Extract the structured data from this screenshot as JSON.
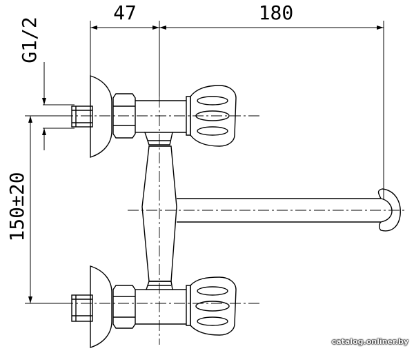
{
  "dimensions": {
    "thread_size": "G1/2",
    "depth": "47",
    "spout_reach": "180",
    "center_distance": "150±20"
  },
  "watermark": "catalog.onliner.by",
  "colors": {
    "line": "#000000",
    "background": "#ffffff"
  }
}
